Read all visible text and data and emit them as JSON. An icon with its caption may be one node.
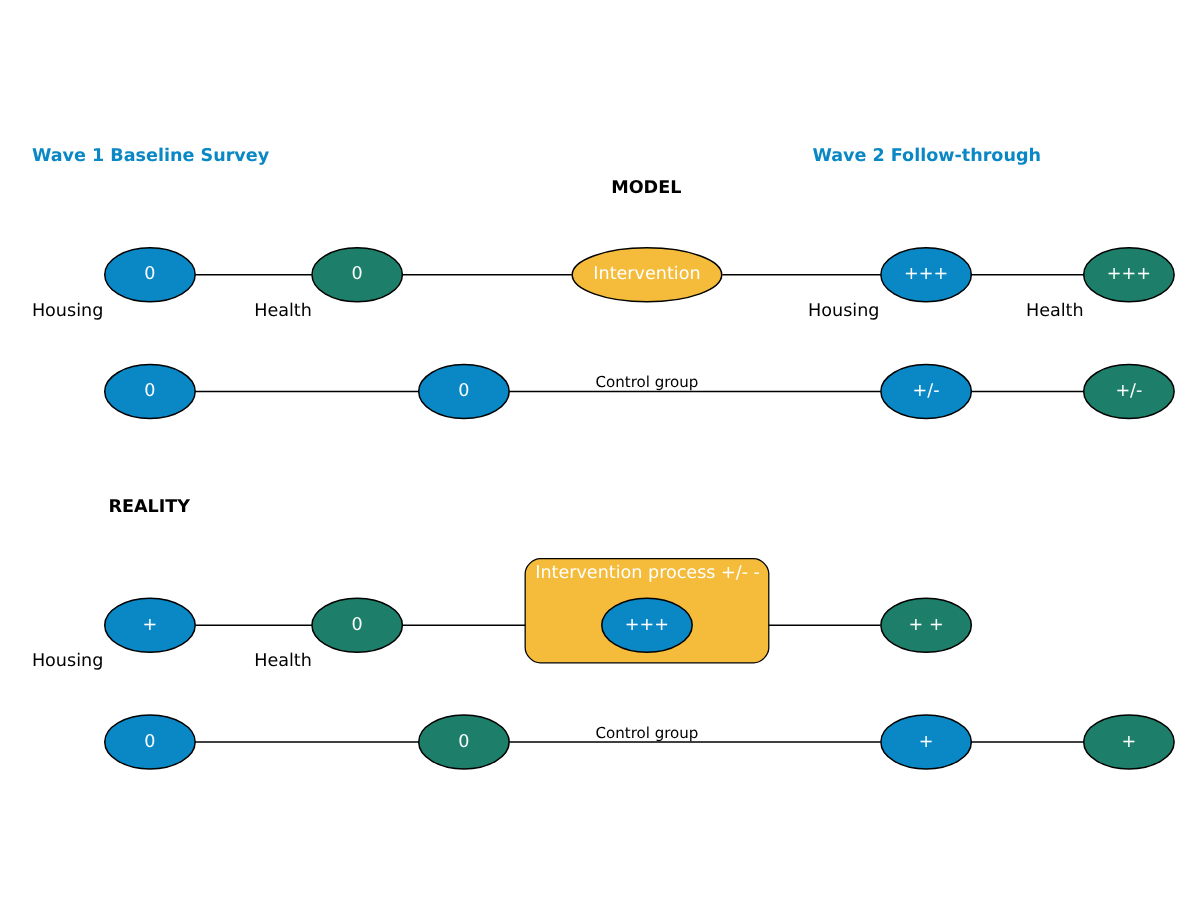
{
  "diagram": {
    "nodes": [
      {
        "text": [
          "0"
        ],
        "beside": [
          "Housing"
        ]
      },
      {
        "text": [
          "0"
        ],
        "beside": [
          "Health"
        ]
      },
      {
        "text": [
          "Intervention"
        ]
      },
      {
        "text": [
          "+++"
        ],
        "beside": [
          "Housing"
        ]
      },
      {
        "text": [
          "+++"
        ],
        "beside": [
          "Health"
        ]
      },
      {
        "text": [
          "0"
        ]
      },
      {
        "text": [
          "0"
        ]
      },
      {
        "text": [
          "+/-"
        ]
      },
      {
        "text": [
          "+/-"
        ]
      },
      {
        "text": [
          "+"
        ],
        "beside": [
          "Housing"
        ]
      },
      {
        "text": [
          "0"
        ],
        "beside": [
          "Health"
        ]
      },
      {
        "text": [
          "Intervention process +/- -"
        ]
      },
      {
        "text": [
          "+++"
        ],
        "in": 11
      },
      {
        "text": [
          "+ +"
        ]
      },
      {
        "text": [
          "0"
        ]
      },
      {
        "text": [
          "0"
        ]
      },
      {
        "text": [
          "+"
        ]
      },
      {
        "text": [
          "+"
        ]
      }
    ],
    "edges": [
      {
        "from": 0,
        "to": 1,
        "arrow": "none"
      },
      {
        "from": 1,
        "to": 2,
        "arrow": "none"
      },
      {
        "from": 2,
        "to": 3,
        "arrow": "none"
      },
      {
        "from": 3,
        "to": 4,
        "arrow": "none"
      },
      {
        "from": 5,
        "to": 6,
        "arrow": "none"
      },
      {
        "from": 6,
        "to": 7,
        "arrow": "none",
        "label": "Control group"
      },
      {
        "from": 7,
        "to": 8,
        "arrow": "none"
      },
      {
        "from": 9,
        "to": 10,
        "arrow": "none"
      },
      {
        "from": 10,
        "to": 11,
        "arrow": "none"
      },
      {
        "from": 11,
        "to": 13,
        "arrow": "none"
      },
      {
        "from": 14,
        "to": 15,
        "arrow": "none"
      },
      {
        "from": 15,
        "to": 16,
        "arrow": "none",
        "label": "Control group"
      },
      {
        "from": 16,
        "to": 17,
        "arrow": "none"
      }
    ],
    "labels": [
      "Wave 1 Baseline Survey",
      "MODEL",
      "Wave 2 Follow-through",
      "REALITY"
    ]
  }
}
